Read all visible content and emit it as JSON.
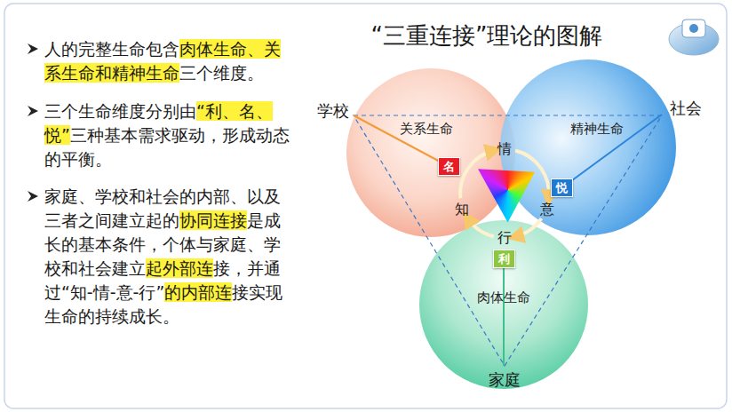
{
  "diagram": {
    "title": "“三重连接”理论的图解",
    "nodes": [
      {
        "text": [
          "关系生命"
        ]
      },
      {
        "text": [
          "精神生命"
        ]
      },
      {
        "text": [
          "肉体生命"
        ]
      },
      {
        "text": [
          "名"
        ],
        "in": 0
      },
      {
        "text": [
          "悦"
        ],
        "in": 1
      },
      {
        "text": [
          "利"
        ],
        "in": 2
      }
    ],
    "labels": [
      "人的完整生命包含肉体生命、关系生命和精神生命三个维度。",
      "三个生命维度分别由“利、名、悦”三种基本需求驱动，形成动态的平衡。",
      "家庭、学校和社会的内部、以及三者之间建立起的协同连接是成长的基本条件，个体与家庭、学校和社会建立起外部连接，并通过“知-情-意-行”的内部连接实现生命的持续成长。",
      "学校",
      "社会",
      "家庭",
      "情",
      "知",
      "意",
      "行"
    ]
  }
}
